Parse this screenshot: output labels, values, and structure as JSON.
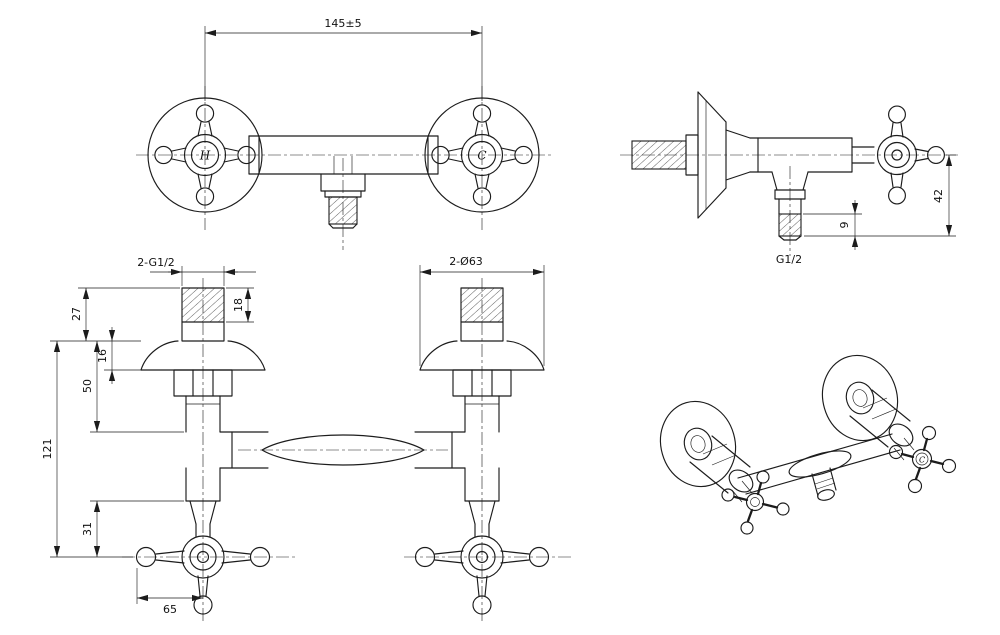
{
  "meta": {
    "background": "#ffffff",
    "line_color": "#1c1c1c",
    "drawing_type": "shower-mixer-faucet-technical-drawing"
  },
  "dims": {
    "width": "145±5",
    "side_height": "42",
    "outlet_thread_length": "9",
    "outlet_thread": "G1/2",
    "inlet_threads": "2-G1/2",
    "flange_diameter": "2-Ø63",
    "thread_engagement": "18",
    "top_offset": "27",
    "flange_thickness": "16",
    "body_offset": "50",
    "total_height": "121",
    "handle_offset": "31",
    "handle_width": "65"
  },
  "labels": {
    "hot": "H",
    "cold": "C"
  }
}
